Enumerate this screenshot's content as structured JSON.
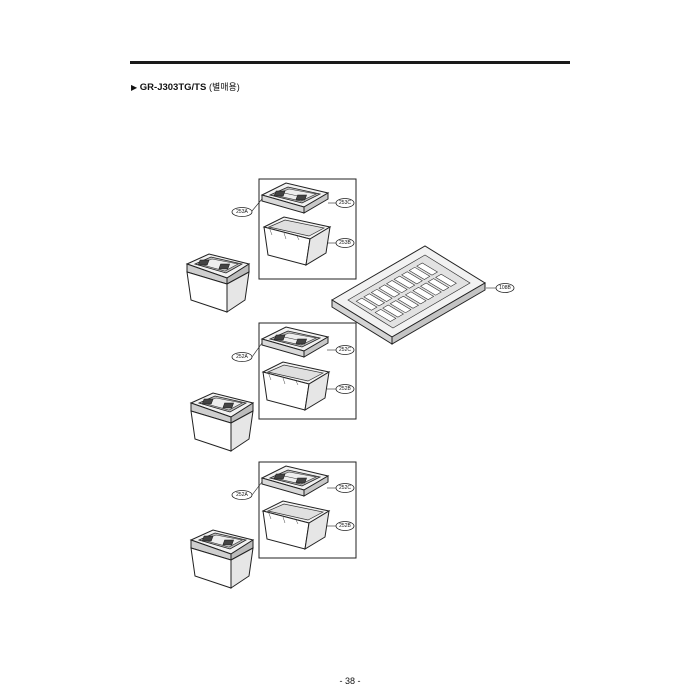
{
  "header": {
    "arrow": "▶",
    "model": "GR-J303TG/TS",
    "note": "(별매용)"
  },
  "footer": {
    "page_number": "- 38 -"
  },
  "diagram": {
    "groups": [
      {
        "label_a": "253A",
        "label_c": "253C",
        "label_b": "253B"
      },
      {
        "label_a": "252A",
        "label_c": "252C",
        "label_b": "252B"
      },
      {
        "label_a": "252A",
        "label_c": "252C",
        "label_b": "252B"
      }
    ],
    "tray": {
      "label": "108B"
    }
  }
}
